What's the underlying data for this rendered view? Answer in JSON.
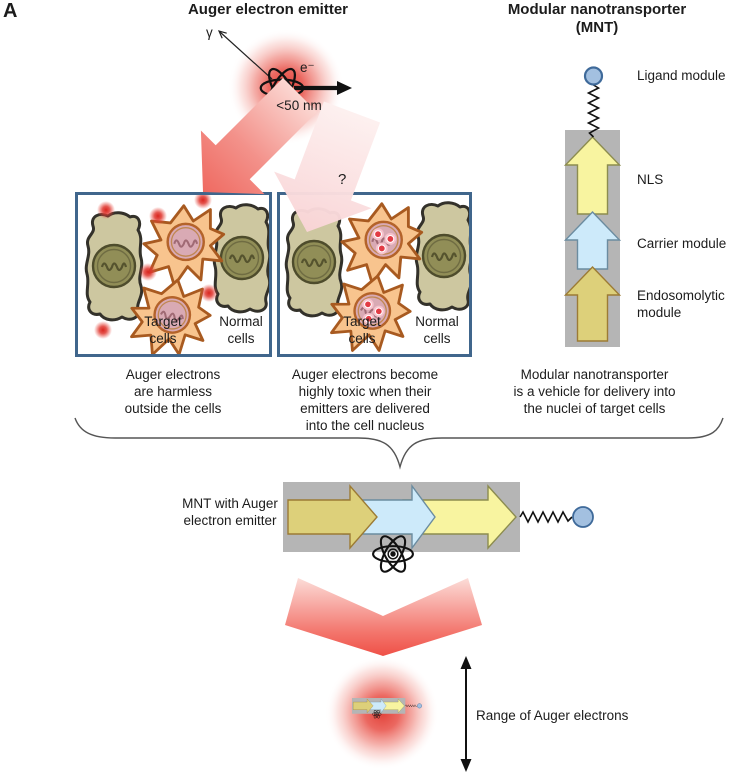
{
  "panel_label": "A",
  "emitter": {
    "title": "Auger electron emitter",
    "gamma_label": "γ",
    "electron_label": "e⁻",
    "size_label": "<50 nm",
    "question_label": "?"
  },
  "panels": {
    "outside": {
      "target_label": "Target\ncells",
      "normal_label": "Normal\ncells",
      "caption": "Auger electrons\nare harmless\noutside the cells"
    },
    "inside": {
      "target_label": "Target\ncells",
      "normal_label": "Normal\ncells",
      "caption": "Auger electrons become\nhighly toxic when their\nemitters are delivered\ninto the cell nucleus"
    }
  },
  "mnt": {
    "title": "Modular nanotransporter\n(MNT)",
    "ligand_label": "Ligand module",
    "nls_label": "NLS",
    "carrier_label": "Carrier module",
    "endosomolytic_label": "Endosomolytic\nmodule",
    "caption": "Modular nanotransporter\nis a vehicle for delivery into\nthe nuclei of target cells"
  },
  "assembly": {
    "label": "MNT with Auger\nelectron emitter"
  },
  "range": {
    "label": "Range of Auger electrons"
  },
  "colors": {
    "glow_red": "#e2423a",
    "box_border": "#40668c",
    "module_gray": "#b5b5b5",
    "nls_yellow": "#f8f4a0",
    "carrier_blue": "#cdeafa",
    "endosomolytic_khaki": "#ddd07a",
    "ligand_blue": "#a3c0e0",
    "normal_cell": "#cdc7a0",
    "target_cell": "#f8c48e"
  }
}
